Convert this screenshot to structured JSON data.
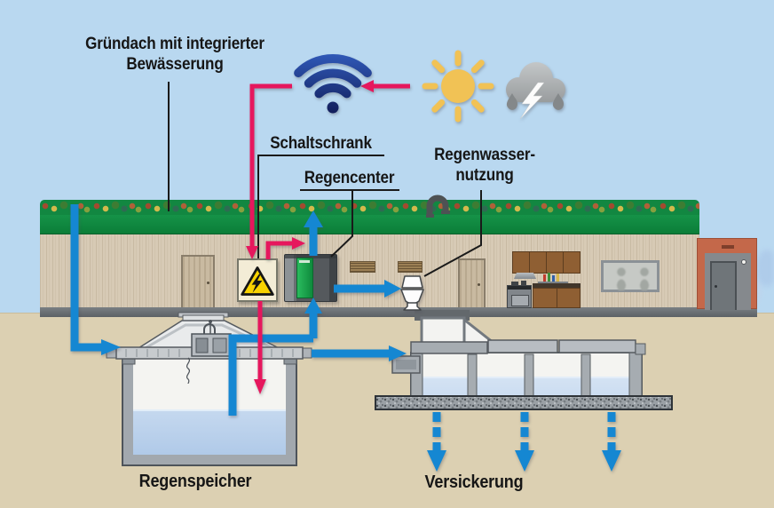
{
  "labels": {
    "green_roof_line1": "Gründach mit integrierter",
    "green_roof_line2": "Bewässerung",
    "control_cabinet": "Schaltschrank",
    "rain_center": "Regencenter",
    "rainwater_use_line1": "Regenwasser-",
    "rainwater_use_line2": "nutzung",
    "rain_storage": "Regenspeicher",
    "infiltration": "Versickerung"
  },
  "icons": {
    "wifi": "wifi-icon",
    "sun": "sun-icon",
    "storm_cloud": "storm-cloud-icon",
    "lightning": "lightning-bolt-icon",
    "warning": "warning-triangle-icon",
    "vent_pipe": "vent-pipe-icon",
    "toilet": "toilet-icon"
  },
  "colors": {
    "sky": "#B9D8F0",
    "ground": "#DCD0B2",
    "roof_green": "#0E8A3E",
    "wall_beige": "#D7CAB5",
    "pipe_blue": "#1587D2",
    "signal_red": "#E6175D",
    "wifi_navy": "#1D2F7D",
    "sun_yellow": "#F1C255",
    "cloud_gray": "#A9ADAF",
    "warning_yellow": "#F8D200",
    "annex_orange": "#C4684A",
    "water_blue": "#BCD3EC"
  }
}
